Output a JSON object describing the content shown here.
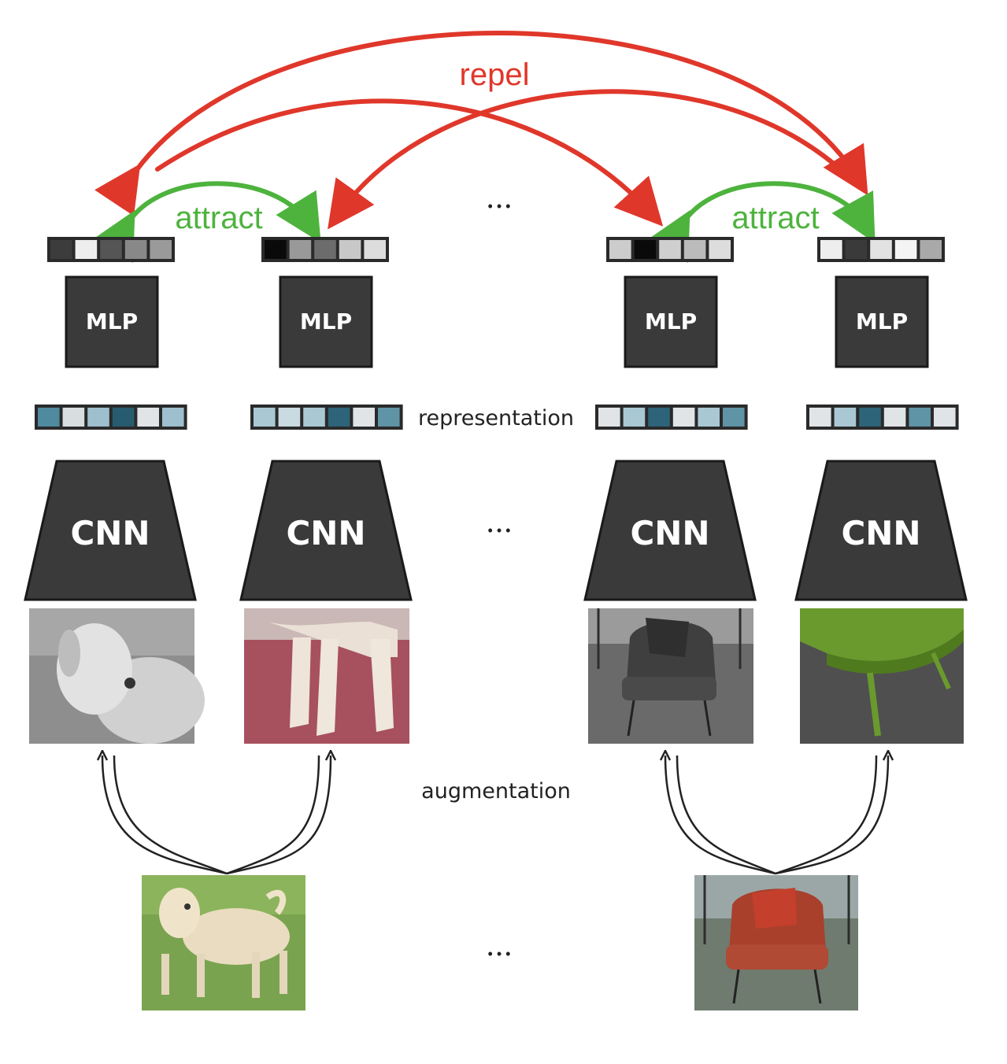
{
  "labels": {
    "repel": "repel",
    "attract_left": "attract",
    "attract_right": "attract",
    "representation": "representation",
    "augmentation": "augmentation",
    "ellipsis_top": "• • •",
    "ellipsis_mid": "• • •",
    "ellipsis_bottom": "• • •"
  },
  "blocks": {
    "mlp": [
      "MLP",
      "MLP",
      "MLP",
      "MLP"
    ],
    "cnn": [
      "CNN",
      "CNN",
      "CNN",
      "CNN"
    ]
  },
  "projection_vectors": [
    [
      "#3c3c3c",
      "#eeeeee",
      "#555555",
      "#888888",
      "#9a9a9a"
    ],
    [
      "#0a0a0a",
      "#999999",
      "#6c6c6c",
      "#c8c8c8",
      "#dddddd"
    ],
    [
      "#cccccc",
      "#0a0a0a",
      "#cfcfcf",
      "#bbbbbb",
      "#dddddd"
    ],
    [
      "#eeeeee",
      "#3a3a3a",
      "#e2e2e2",
      "#f4f4f4",
      "#a9a9a9"
    ]
  ],
  "representation_vectors": [
    [
      "#4f8a9e",
      "#d8dde0",
      "#9ebfcd",
      "#275b70",
      "#e0e4e6",
      "#9ebfcd"
    ],
    [
      "#a9c8d4",
      "#c9dae1",
      "#a9c8d4",
      "#2d6479",
      "#e0e4e6",
      "#5f93a6"
    ],
    [
      "#e0e4e6",
      "#a9c8d4",
      "#2d6479",
      "#e0e4e6",
      "#a9c8d4",
      "#5f93a6"
    ],
    [
      "#e0e4e6",
      "#a9c8d4",
      "#2d6479",
      "#e0e4e6",
      "#5f93a6",
      "#e0e4e6"
    ]
  ],
  "colors": {
    "repel": "#e0372b",
    "attract": "#4db33d",
    "block": "#3a3a3a",
    "text": "#222222"
  },
  "images": {
    "dog_gray": "dog-grayscale-augmented-photo",
    "dog_red": "dog-legs-red-tinted-augmented-photo",
    "chair_gray": "armchair-grayscale-augmented-photo",
    "chair_green": "armchair-green-cropped-augmented-photo",
    "dog_original": "dog-original-photo",
    "chair_original": "armchair-original-photo"
  }
}
